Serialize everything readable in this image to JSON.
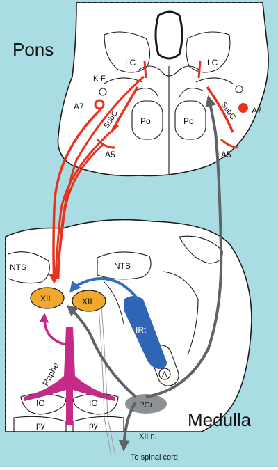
{
  "regions": {
    "pons": "Pons",
    "medulla": "Medulla"
  },
  "pons_labels": {
    "lc_left": "LC",
    "lc_right": "LC",
    "kf": "K-F",
    "a7_left": "A7",
    "a7_right": "A7",
    "subc_left": "SubC",
    "subc_right": "SubC",
    "a5_left": "A5",
    "a5_right": "A5",
    "po_left": "Po",
    "po_right": "Po"
  },
  "medulla_labels": {
    "nts_left": "NTS",
    "nts_right": "NTS",
    "xii_left": "XII",
    "xii_right": "XII",
    "irt": "IRt",
    "a": "A",
    "raphe": "Raphe",
    "io_left": "IO",
    "io_right": "IO",
    "py_left": "py",
    "py_right": "py",
    "lpgi": "LPGi",
    "xii_nerve": "XII n.",
    "to_spinal_cord": "To spinal cord"
  },
  "colors": {
    "background": "#a9dde3",
    "tissue": "#ffffff",
    "outline": "#1a1a1a",
    "red_pathway": "#e8321e",
    "gray_pathway": "#5f6366",
    "blue_pathway": "#2f6fc4",
    "magenta_pathway": "#c42a86",
    "xii_nucleus": "#f0a92c",
    "irt_region": "#2f65b5",
    "lpgi_region": "#8e9193"
  }
}
